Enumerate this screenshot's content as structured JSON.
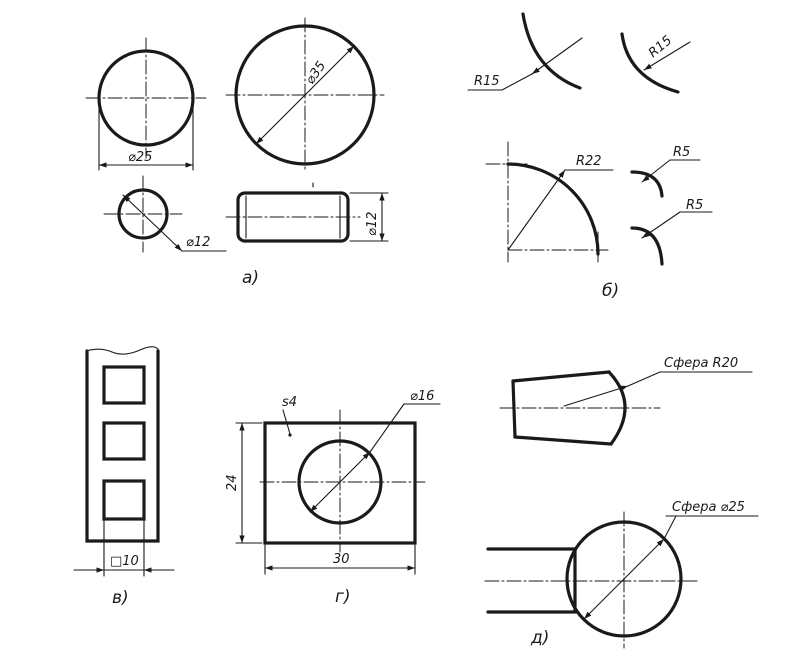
{
  "captions": {
    "a": "а)",
    "b": "б)",
    "v": "в)",
    "g": "г)",
    "d": "д)"
  },
  "labels": {
    "d25": "⌀25",
    "d35": "⌀35",
    "d12_circle": "⌀12",
    "d12_cyl": "⌀12",
    "r15_left": "R15",
    "r15_right": "R15",
    "r22": "R22",
    "r5_top": "R5",
    "r5_bottom": "R5",
    "sq10": "□10",
    "s4": "s4",
    "d16": "⌀16",
    "h24": "24",
    "w30": "30",
    "sphere_r20": "Сфера R20",
    "sphere_d25": "Сфера ⌀25"
  }
}
